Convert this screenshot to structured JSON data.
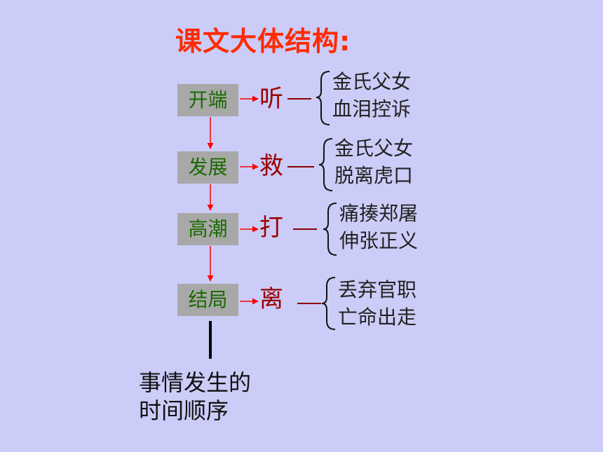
{
  "title": "课文大体结构:",
  "stages": [
    {
      "label": "开端",
      "verb": "听",
      "details": [
        "金氏父女",
        "血泪控诉"
      ]
    },
    {
      "label": "发展",
      "verb": "救",
      "details": [
        "金氏父女",
        "脱离虎口"
      ]
    },
    {
      "label": "高潮",
      "verb": "打",
      "details": [
        "痛揍郑屠",
        "伸张正义"
      ]
    },
    {
      "label": "结局",
      "verb": "离",
      "details": [
        "丢弃官职",
        "亡命出走"
      ]
    }
  ],
  "note": [
    "事情发生的",
    "时间顺序"
  ],
  "colors": {
    "background": "#ccccf8",
    "title": "#ff2a00",
    "box": "#a8a8a8",
    "box_text": "#1a6a00",
    "verb": "#990000",
    "arrow": "#ff0000"
  }
}
